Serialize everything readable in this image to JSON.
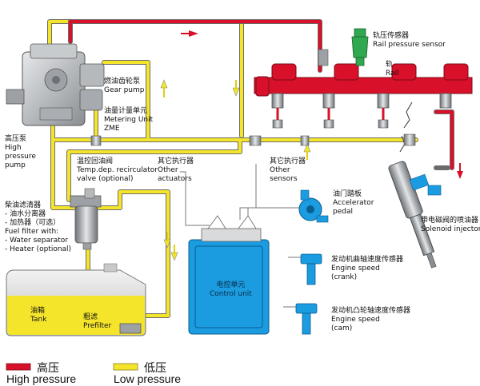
{
  "colors": {
    "high_pressure": "#d8102a",
    "low_pressure": "#f4e52a",
    "line_outline": "#6b6b6b",
    "component_blue": "#1b9be0",
    "sensor_green": "#2fa84f",
    "pump_gray": "#b9bcbf"
  },
  "labels": {
    "rail_sensor": {
      "cn": "轨压传感器",
      "en": "Rail pressure sensor"
    },
    "rail": {
      "cn": "轨",
      "en": "Rail"
    },
    "gear_pump": {
      "cn": "燃油齿轮泵",
      "en": "Gear  pump"
    },
    "metering_unit": {
      "cn": "油量计量单元",
      "en1": "Metering Unit",
      "en2": "ZME"
    },
    "hp_pump": {
      "cn": "高压泵",
      "en1": "High",
      "en2": "pressure",
      "en3": "pump"
    },
    "recirc_valve": {
      "cn": "温控回油阀",
      "en1": "Temp.dep. recirculator",
      "en2": "valve (optional)"
    },
    "other_actuators": {
      "cn": "其它执行器",
      "en1": "Other",
      "en2": "actuators"
    },
    "other_sensors": {
      "cn": "其它执行器",
      "en1": "Other",
      "en2": "sensors"
    },
    "fuel_filter": {
      "cn1": "柴油滤清器",
      "cn2": "- 油水分离器",
      "cn3": "- 加热器（可选）",
      "en1": "Fuel filter with:",
      "en2": "- Water separator",
      "en3": "- Heater (optional)"
    },
    "accelerator": {
      "cn": "油门踏板",
      "en1": "Accelerator",
      "en2": "pedal"
    },
    "injector": {
      "cn": "带电磁阀的喷油器",
      "en": "Solenoid injector"
    },
    "control_unit": {
      "cn": "电控单元",
      "en": "Control unit"
    },
    "crank": {
      "cn": "发动机曲轴速度传感器",
      "en1": "Engine speed",
      "en2": "(crank)"
    },
    "cam": {
      "cn": "发动机凸轮轴速度传感器",
      "en1": "Engine speed",
      "en2": "(cam)"
    },
    "tank": {
      "cn": "油箱",
      "en": "Tank"
    },
    "prefilter": {
      "cn": "粗滤",
      "en": "Prefilter"
    }
  },
  "legend": {
    "high": {
      "cn": "高压",
      "en": "High pressure"
    },
    "low": {
      "cn": "低压",
      "en": "Low pressure"
    }
  }
}
